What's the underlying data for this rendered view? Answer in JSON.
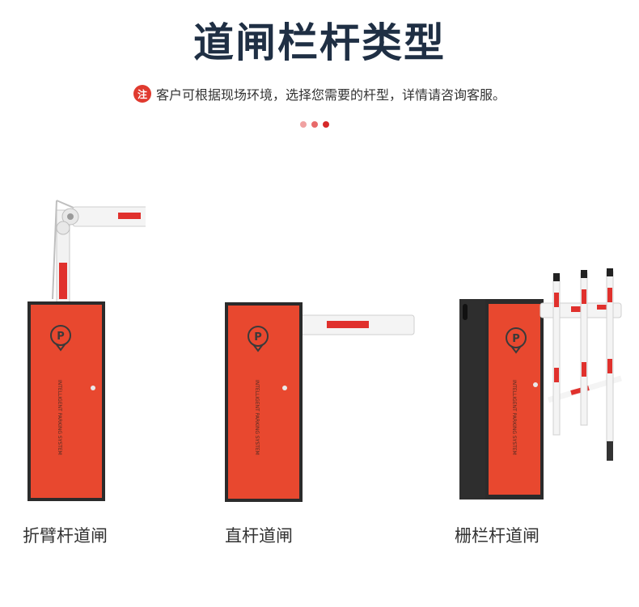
{
  "header": {
    "title": "道闸栏杆类型",
    "note_badge": "注",
    "note_text": "客户可根据现场环境，选择您需要的杆型，详情请咨询客服。"
  },
  "pager": {
    "dot_colors": [
      "#f0a1a1",
      "#e86a6a",
      "#d62828"
    ]
  },
  "colors": {
    "title": "#1f2f44",
    "accent": "#e03a2f",
    "cabinet_face": "#e8482f",
    "cabinet_frame": "#2b2b2b",
    "arm_white": "#f4f4f4",
    "arm_stripe": "#e0312d"
  },
  "gates": [
    {
      "label": "折臂杆道闸",
      "cabinet_text": "INTELLIGENT PARKING SYSTEM",
      "logo": "P"
    },
    {
      "label": "直杆道闸",
      "cabinet_text": "INTELLIGENT PARKING SYSTEM",
      "logo": "P"
    },
    {
      "label": "栅栏杆道闸",
      "cabinet_text": "INTELLIGENT PARKING SYSTEM",
      "logo": "P"
    }
  ]
}
